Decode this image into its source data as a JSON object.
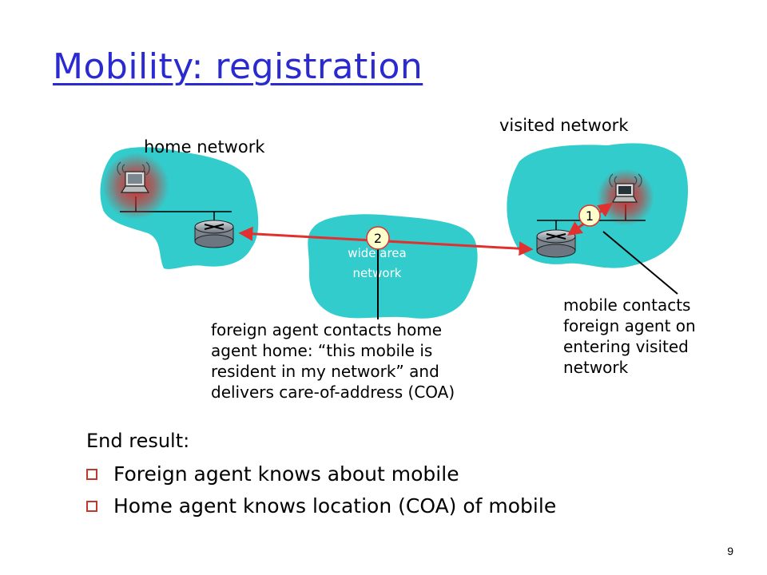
{
  "title": "Mobility: registration",
  "labels": {
    "home_network": "home network",
    "visited_network": "visited network",
    "wide_area_line1": "wide area",
    "wide_area_line2": "network"
  },
  "steps": [
    {
      "number": "1",
      "text": [
        "mobile contacts",
        "foreign agent on",
        "entering visited",
        "network"
      ]
    },
    {
      "number": "2",
      "text": [
        "foreign agent contacts home",
        "agent home: “this mobile is",
        "resident in my network” and",
        "delivers care-of-address (COA)"
      ]
    }
  ],
  "end_result": {
    "title": "End result:",
    "items": [
      "Foreign agent knows about mobile",
      "Home agent knows location (COA) of mobile"
    ]
  },
  "page_number": "9",
  "colors": {
    "title": "#2a2ad0",
    "network_cloud": "#33cccc",
    "arrow": "#e03030",
    "bullet": "#c0392b",
    "mobile_glow": "#e02020"
  }
}
